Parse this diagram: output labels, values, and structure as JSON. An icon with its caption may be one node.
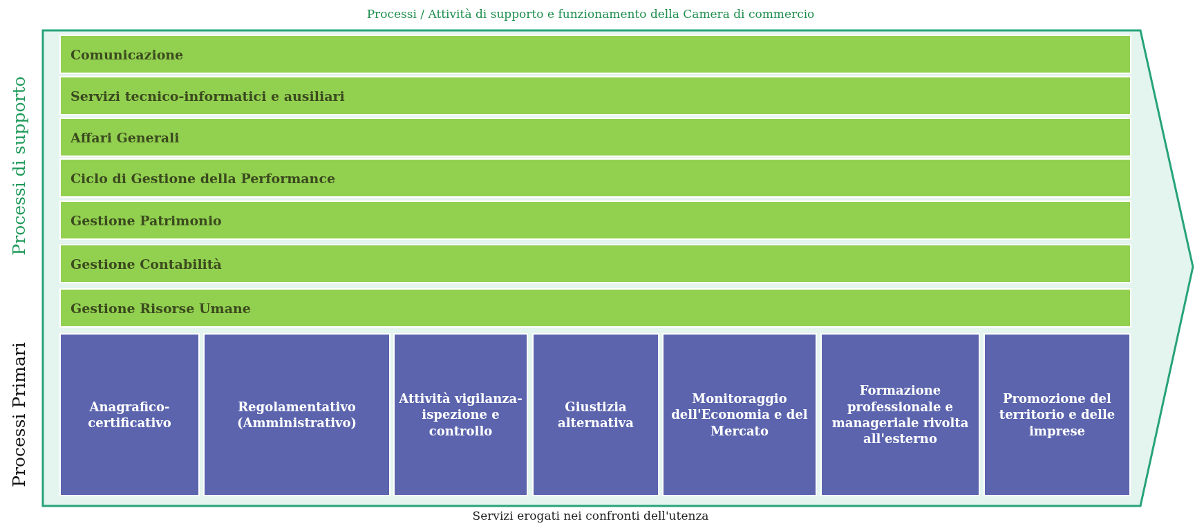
{
  "diagram": {
    "nodes": [
      {
        "text": [
          "Processi / Attività di supporto e funzionamento della Camera di commercio",
          "Servizi erogati nei confronti dell'utenza"
        ]
      },
      {
        "text": [
          "Comunicazione"
        ],
        "in": 0
      },
      {
        "text": [
          "Servizi tecnico-informatici e ausiliari"
        ],
        "in": 0
      },
      {
        "text": [
          "Affari Generali"
        ],
        "in": 0
      },
      {
        "text": [
          "Ciclo di Gestione della Performance"
        ],
        "in": 0
      },
      {
        "text": [
          "Gestione Patrimonio"
        ],
        "in": 0
      },
      {
        "text": [
          "Gestione Contabilità"
        ],
        "in": 0
      },
      {
        "text": [
          "Gestione Risorse Umane"
        ],
        "in": 0
      },
      {
        "text": [
          "Anagrafico-certificativo"
        ],
        "in": 0
      },
      {
        "text": [
          "Regolamentativo (Amministrativo)"
        ],
        "in": 0
      },
      {
        "text": [
          "Attività vigilanza-ispezione e controllo"
        ],
        "in": 0
      },
      {
        "text": [
          "Giustizia alternativa"
        ],
        "in": 0
      },
      {
        "text": [
          "Monitoraggio dell'Economia e del Mercato"
        ],
        "in": 0
      },
      {
        "text": [
          "Formazione professionale e manageriale rivolta all'esterno"
        ],
        "in": 0
      },
      {
        "text": [
          "Promozione del territorio e delle imprese"
        ],
        "in": 0
      }
    ],
    "edges": [],
    "labels": [
      "Processi di supporto",
      "Processi Primari"
    ]
  }
}
